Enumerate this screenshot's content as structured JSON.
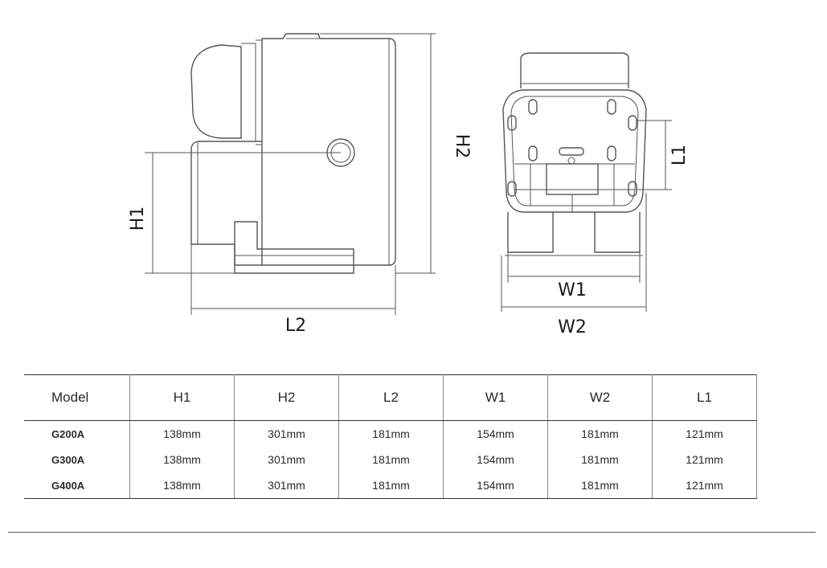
{
  "dimensions": {
    "h1": "H1",
    "h2": "H2",
    "l1": "L1",
    "l2": "L2",
    "w1": "W1",
    "w2": "W2"
  },
  "table": {
    "headers": [
      "Model",
      "H1",
      "H2",
      "L2",
      "W1",
      "W2",
      "L1"
    ],
    "rows": [
      [
        "G200A",
        "138mm",
        "301mm",
        "181mm",
        "154mm",
        "181mm",
        "121mm"
      ],
      [
        "G300A",
        "138mm",
        "301mm",
        "181mm",
        "154mm",
        "181mm",
        "121mm"
      ],
      [
        "G400A",
        "138mm",
        "301mm",
        "181mm",
        "154mm",
        "181mm",
        "121mm"
      ]
    ]
  }
}
